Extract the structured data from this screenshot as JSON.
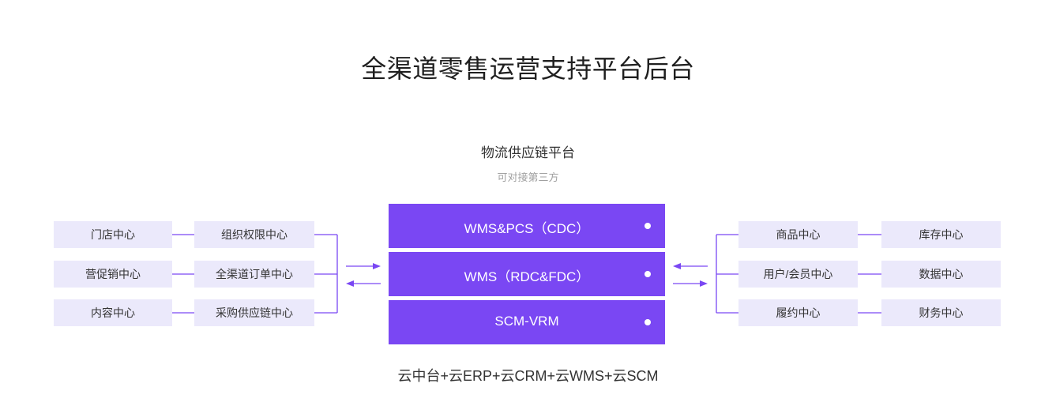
{
  "title": "全渠道零售运营支持平台后台",
  "platform": {
    "name": "物流供应链平台",
    "note": "可对接第三方",
    "modules": [
      "WMS&PCS（CDC）",
      "WMS（RDC&FDC）",
      "SCM-VRM"
    ]
  },
  "left_centers": {
    "outer": [
      "门店中心",
      "营促销中心",
      "内容中心"
    ],
    "inner": [
      "组织权限中心",
      "全渠道订单中心",
      "采购供应链中心"
    ]
  },
  "right_centers": {
    "inner": [
      "商品中心",
      "用户/会员中心",
      "履约中心"
    ],
    "outer": [
      "库存中心",
      "数据中心",
      "财务中心"
    ]
  },
  "footer": "云中台+云ERP+云CRM+云WMS+云SCM",
  "colors": {
    "accent": "#7a47f3",
    "box_bg": "#ebe9fb"
  }
}
